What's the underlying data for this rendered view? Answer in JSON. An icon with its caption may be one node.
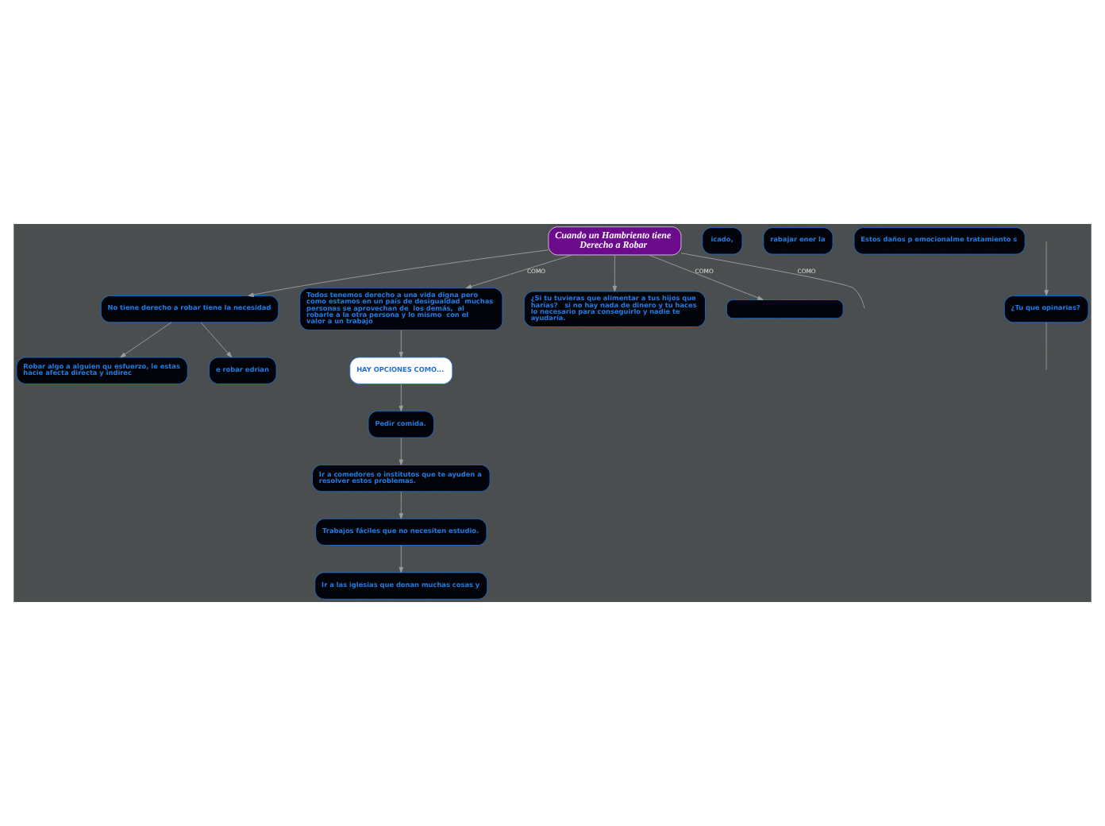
{
  "diagram": {
    "nodes": [
      {
        "text": [
          "Cuando un Hambriento tiene Derecho a Robar"
        ]
      },
      {
        "text": [
          "No tiene derecho a robar tiene la necesidad"
        ]
      },
      {
        "text": [
          "Robar algo a alguien qu esfuerzo, le estas hacie afecta directa y indirec"
        ]
      },
      {
        "text": [
          "e robar edrian"
        ]
      },
      {
        "text": [
          "icado,"
        ]
      },
      {
        "text": [
          "rabajar ener la"
        ]
      },
      {
        "text": [
          "Estos daños p emocionalme tratamiento s"
        ]
      },
      {
        "text": [
          "Todos tenemos derecho a una vida digna pero como estamos en un país de desigualdad  muchas personas se aprovechan de  los demás,  al robarle a la otra persona y lo mismo  con el valor a un trabajo"
        ]
      },
      {
        "text": [
          "HAY OPCIONES COMO..."
        ]
      },
      {
        "text": [
          "Pedir comida."
        ]
      },
      {
        "text": [
          "Ir a comedores o institutos que te ayuden a resolver estos problemas."
        ]
      },
      {
        "text": [
          "Trabajos fáciles que no necesiten estudio."
        ]
      },
      {
        "text": [
          "Ir a las iglesias que donan muchas cosas y"
        ]
      },
      {
        "text": [
          "¿Si tu tuvieras que alimentar a tus hijos que harías?   si no hay nada de dinero y tu haces lo necesario para conseguirlo y nadie te ayudaría."
        ]
      },
      {
        "text": [],
        "shape": "box"
      },
      {
        "text": [
          "¿Tu que opinarias?"
        ]
      }
    ],
    "edges": [
      {
        "from": 0,
        "to": 1,
        "arrow": "to"
      },
      {
        "from": 1,
        "to": 2,
        "arrow": "to"
      },
      {
        "from": 1,
        "to": 3,
        "arrow": "to"
      },
      {
        "from": 0,
        "to": 7,
        "arrow": "to",
        "label": "COMO"
      },
      {
        "from": 7,
        "to": 8,
        "arrow": "to"
      },
      {
        "from": 8,
        "to": 9,
        "arrow": "to"
      },
      {
        "from": 9,
        "to": 10,
        "arrow": "to"
      },
      {
        "from": 10,
        "to": 11,
        "arrow": "to"
      },
      {
        "from": 11,
        "to": 12,
        "arrow": "to"
      },
      {
        "from": 0,
        "to": 13,
        "arrow": "to"
      },
      {
        "from": 0,
        "to": 14,
        "arrow": "to",
        "label": "COMO"
      },
      {
        "from": 0,
        "to": null,
        "arrow": "none",
        "label": "COMO"
      },
      {
        "from": null,
        "to": 15,
        "arrow": "to"
      },
      {
        "from": 15,
        "to": null,
        "arrow": "none"
      }
    ]
  }
}
